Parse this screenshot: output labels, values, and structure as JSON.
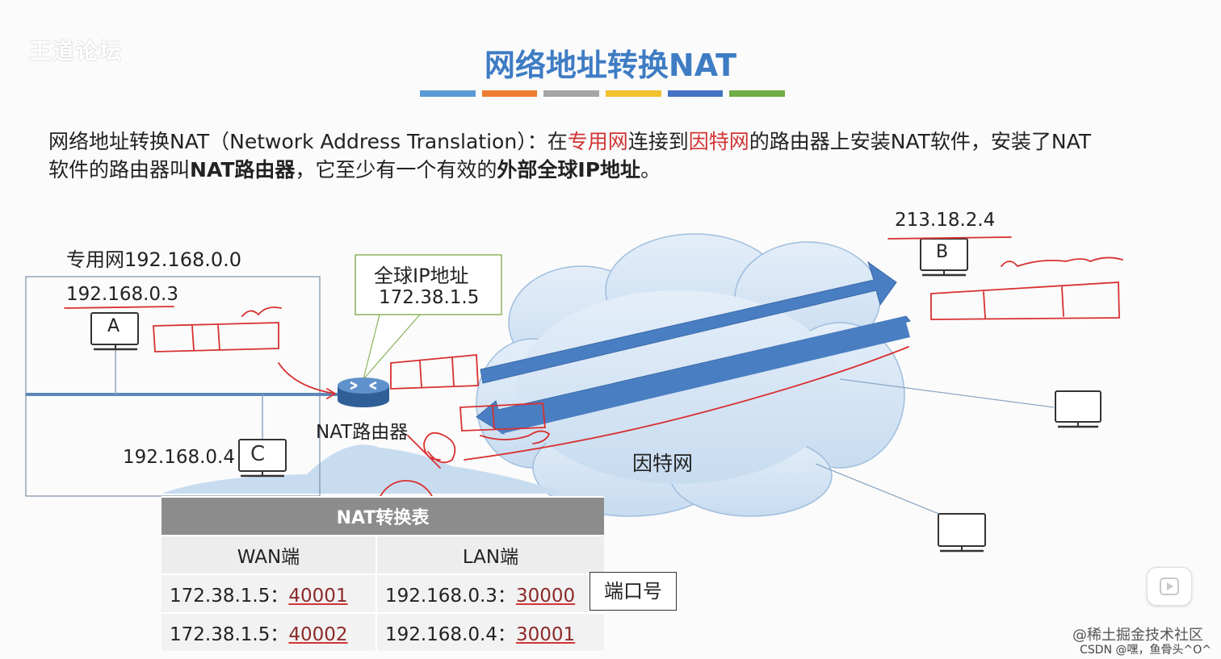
{
  "watermark": "王道论坛",
  "title": "网络地址转换NAT",
  "color_bars": [
    "#5b9bd5",
    "#ed7d31",
    "#a5a5a5",
    "#f2c12e",
    "#4472c4",
    "#70ad47"
  ],
  "intro": {
    "p1": "网络地址转换NAT（Network Address Translation）：在",
    "private_net": "专用网",
    "p2": "连接到",
    "internet": "因特网",
    "p3": "的路由器上安装NAT软件，安装了NAT",
    "p4": "软件的路由器叫",
    "nat_router_bold": "NAT路由器",
    "p5": "，它至少有一个有效的",
    "global_ip_bold": "外部全球IP地址",
    "p6": "。"
  },
  "diagram": {
    "private_network_label": "专用网192.168.0.0",
    "host_a_ip": "192.168.0.3",
    "host_a_letter": "A",
    "host_c_ip": "192.168.0.4",
    "host_c_letter": "C",
    "callout_line1": "全球IP地址",
    "callout_line2": "172.38.1.5",
    "router_label": "NAT路由器",
    "host_b_ip": "213.18.2.4",
    "host_b_letter": "B",
    "cloud_label": "因特网"
  },
  "nat_table": {
    "title": "NAT转换表",
    "col_wan": "WAN端",
    "col_lan": "LAN端",
    "rows": [
      {
        "wan_ip": "172.38.1.5：",
        "wan_port": "40001",
        "lan_ip": "192.168.0.3：",
        "lan_port": "30000"
      },
      {
        "wan_ip": "172.38.1.5：",
        "wan_port": "40002",
        "lan_ip": "192.168.0.4：",
        "lan_port": "30001"
      }
    ],
    "port_note": "端口号"
  },
  "footer": {
    "site": "@稀土掘金技术社区",
    "csdn": "CSDN @嘿，鱼骨头^O^"
  }
}
